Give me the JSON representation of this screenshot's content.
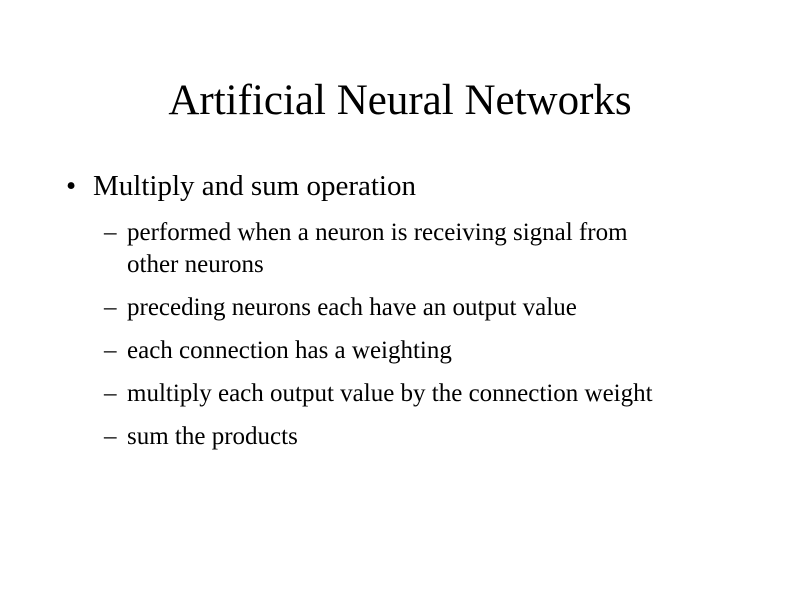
{
  "title": "Artificial Neural Networks",
  "bullet": "Multiply and sum operation",
  "subs": [
    "performed when a neuron is receiving signal from",
    "other neurons",
    "preceding neurons each have an output value",
    "each connection has a weighting",
    "multiply each output value by the connection weight",
    "sum the products"
  ]
}
